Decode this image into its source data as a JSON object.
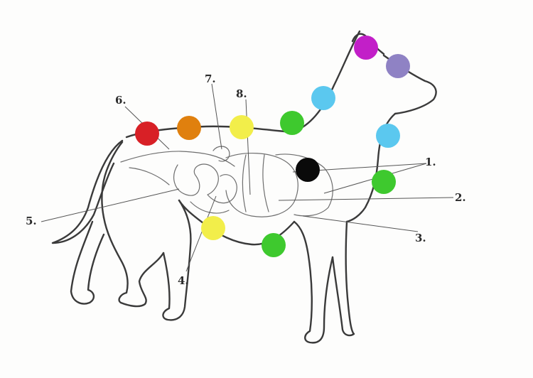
{
  "figure": {
    "labels": [
      {
        "id": "label-1",
        "text": "1."
      },
      {
        "id": "label-2",
        "text": "2."
      },
      {
        "id": "label-3",
        "text": "3."
      },
      {
        "id": "label-4",
        "text": "4."
      },
      {
        "id": "label-5",
        "text": "5."
      },
      {
        "id": "label-6",
        "text": "6."
      },
      {
        "id": "label-7",
        "text": "7."
      },
      {
        "id": "label-8",
        "text": "8."
      }
    ],
    "markers": [
      {
        "id": "magenta",
        "color": "#c21fc8"
      },
      {
        "id": "lavender",
        "color": "#8f82c4"
      },
      {
        "id": "cyan-upper",
        "color": "#5bc8ef"
      },
      {
        "id": "cyan-lower",
        "color": "#5bc8ef"
      },
      {
        "id": "green-back",
        "color": "#3ec92e"
      },
      {
        "id": "green-chest",
        "color": "#3ec92e"
      },
      {
        "id": "green-belly",
        "color": "#3ec92e"
      },
      {
        "id": "yellow-back",
        "color": "#f2ee4a"
      },
      {
        "id": "yellow-belly",
        "color": "#f2ee4a"
      },
      {
        "id": "orange",
        "color": "#e0800e"
      },
      {
        "id": "red",
        "color": "#d82026"
      },
      {
        "id": "black",
        "color": "#0a0a0a"
      }
    ]
  }
}
